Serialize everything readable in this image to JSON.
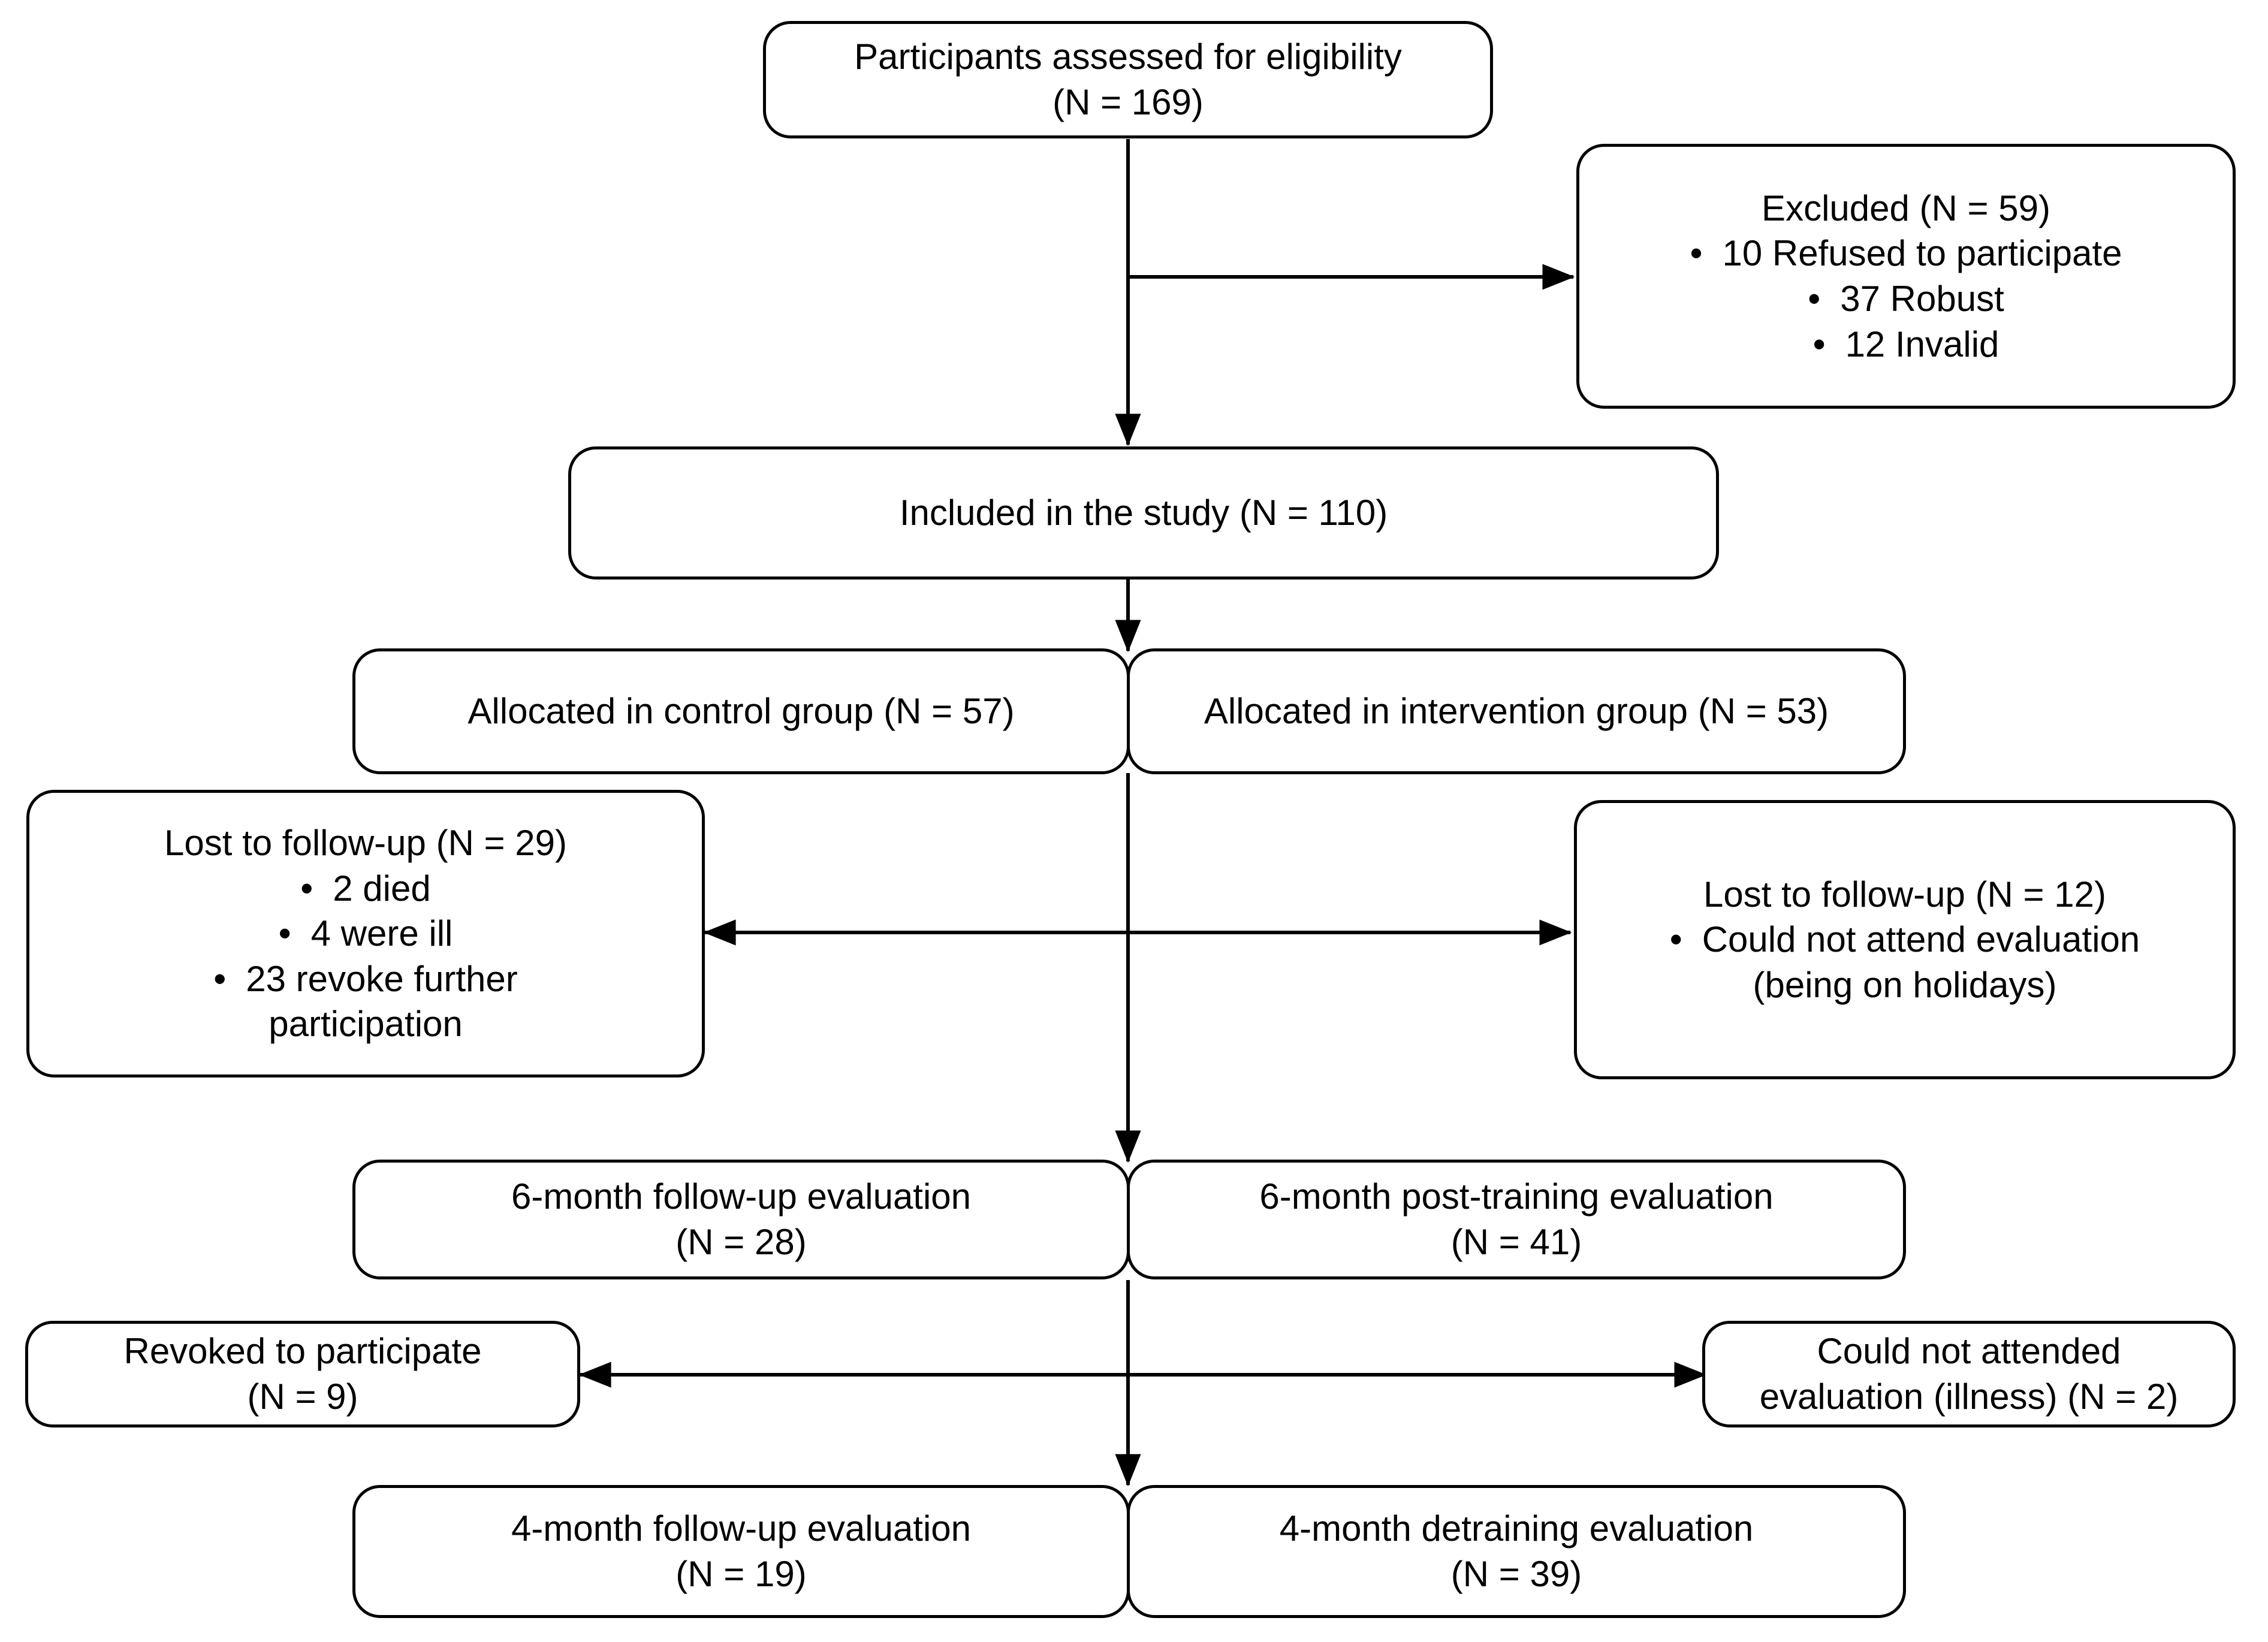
{
  "diagram": {
    "title": "CONSORT participant flow diagram",
    "stroke_color": "#000000",
    "background_color": "#ffffff",
    "text_color": "#000000"
  },
  "nodes": {
    "eligibility": {
      "line1": "Participants assessed for eligibility",
      "line2": "(N = 169)"
    },
    "excluded": {
      "heading": "Excluded (N = 59)",
      "bullets": [
        "10 Refused to participate",
        "37 Robust",
        "12 Invalid"
      ],
      "bullet_glyph": "•"
    },
    "included": {
      "line1": "Included in the study (N = 110)"
    },
    "allocated_control": {
      "line1": "Allocated in control group (N = 57)"
    },
    "allocated_intervention": {
      "line1": "Allocated in intervention group (N = 53)"
    },
    "lost_control": {
      "heading": "Lost to follow-up (N = 29)",
      "bullets": [
        "2 died",
        "4 were ill",
        "23 revoke further"
      ],
      "bullet_tail": "participation",
      "bullet_glyph": "•"
    },
    "lost_intervention": {
      "heading": "Lost to follow-up (N = 12)",
      "bullets": [
        "Could not attend evaluation"
      ],
      "bullet_tail": "(being on holidays)",
      "bullet_glyph": "•"
    },
    "six_month_control": {
      "line1": "6-month follow-up evaluation",
      "line2": "(N = 28)"
    },
    "six_month_intervention": {
      "line1": "6-month post-training evaluation",
      "line2": "(N = 41)"
    },
    "revoked": {
      "line1": "Revoked to participate",
      "line2": "(N = 9)"
    },
    "could_not_attend": {
      "line1": "Could not attended",
      "line2": "evaluation (illness) (N = 2)"
    },
    "four_month_control": {
      "line1": "4-month follow-up evaluation",
      "line2": "(N = 19)"
    },
    "four_month_intervention": {
      "line1": "4-month detraining evaluation",
      "line2": "(N = 39)"
    }
  },
  "connectors": [
    {
      "name": "eligibility-to-included",
      "type": "vertical-arrow",
      "direction": "down"
    },
    {
      "name": "eligibility-to-excluded",
      "type": "horizontal-arrow",
      "direction": "right"
    },
    {
      "name": "included-to-allocation",
      "type": "vertical-arrow",
      "direction": "down"
    },
    {
      "name": "lost-to-followup-double",
      "type": "horizontal-arrow",
      "direction": "both"
    },
    {
      "name": "allocation-to-six-month",
      "type": "vertical-arrow",
      "direction": "down"
    },
    {
      "name": "dropout-double",
      "type": "horizontal-arrow",
      "direction": "both"
    },
    {
      "name": "six-month-to-four-month",
      "type": "vertical-arrow",
      "direction": "down"
    }
  ]
}
